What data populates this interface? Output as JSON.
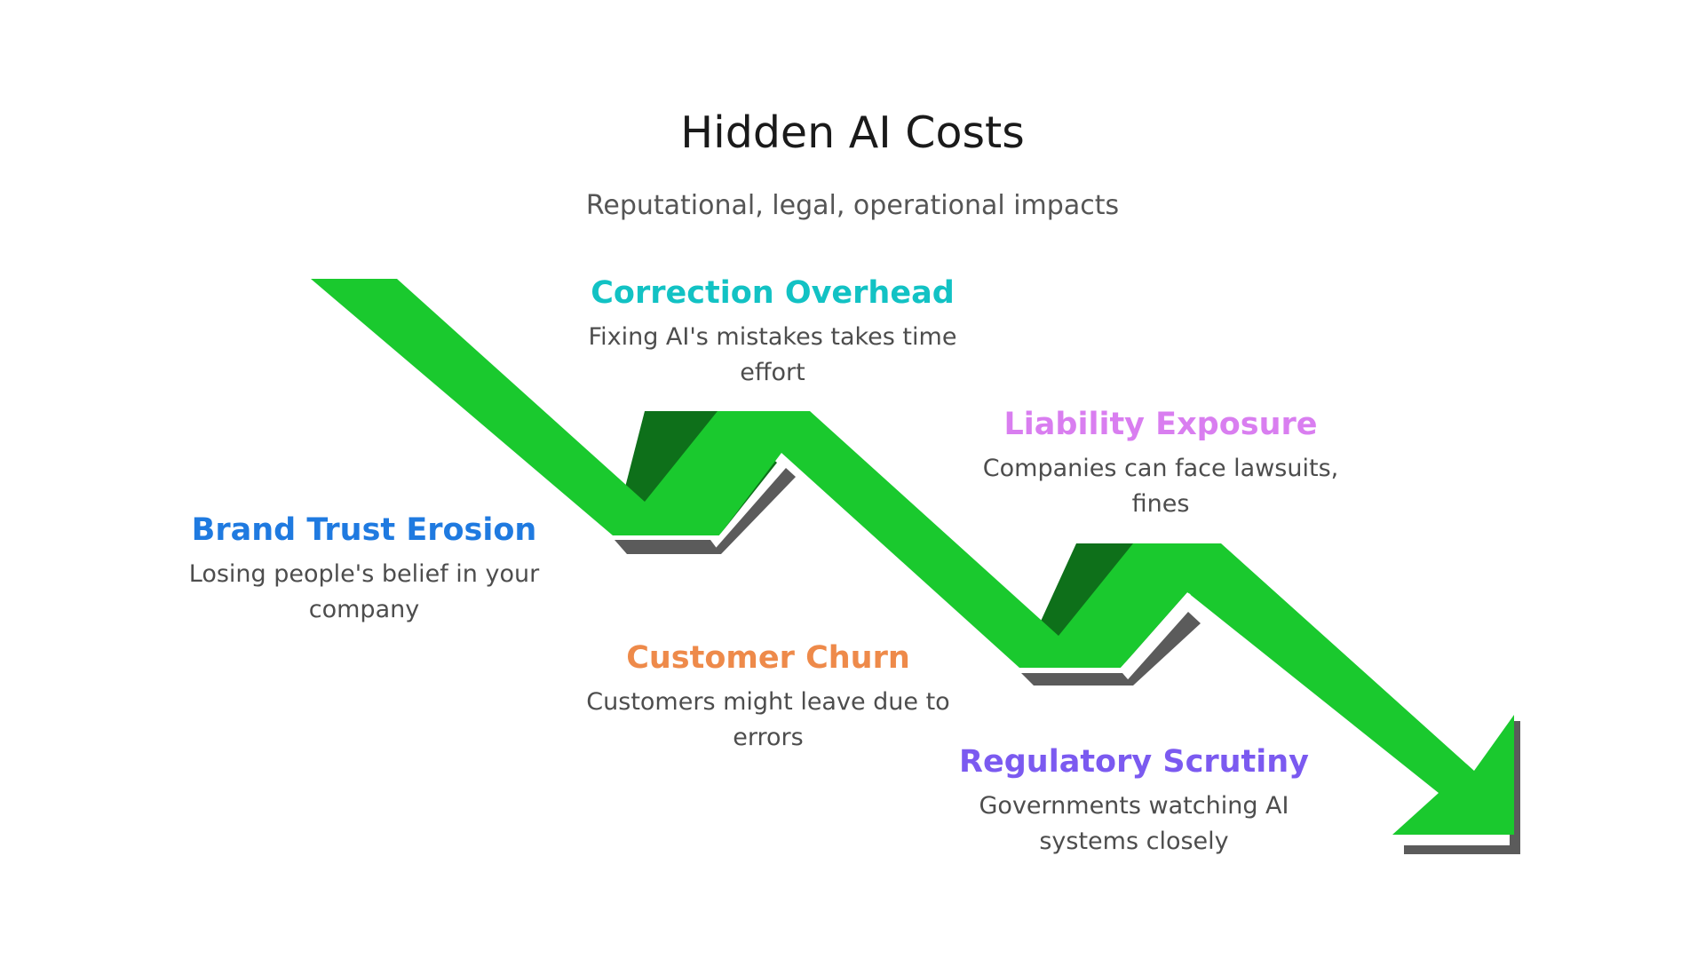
{
  "title": "Hidden AI Costs",
  "subtitle": "Reputational, legal, operational impacts",
  "colors": {
    "arrow_green": "#1ac92e",
    "fold_green": "#0e701a",
    "shadow_gray": "#5b5b5b"
  },
  "items": [
    {
      "title": "Brand Trust Erosion",
      "desc": "Losing people's belief in your company",
      "color": "#1f7ae0"
    },
    {
      "title": "Correction Overhead",
      "desc": "Fixing AI's mistakes takes time effort",
      "color": "#12c2c4"
    },
    {
      "title": "Customer Churn",
      "desc": "Customers might leave due to errors",
      "color": "#ee8a4a"
    },
    {
      "title": "Liability Exposure",
      "desc": "Companies can face lawsuits, fines",
      "color": "#d97ef0"
    },
    {
      "title": "Regulatory Scrutiny",
      "desc": "Governments watching AI systems closely",
      "color": "#7b5af0"
    }
  ]
}
